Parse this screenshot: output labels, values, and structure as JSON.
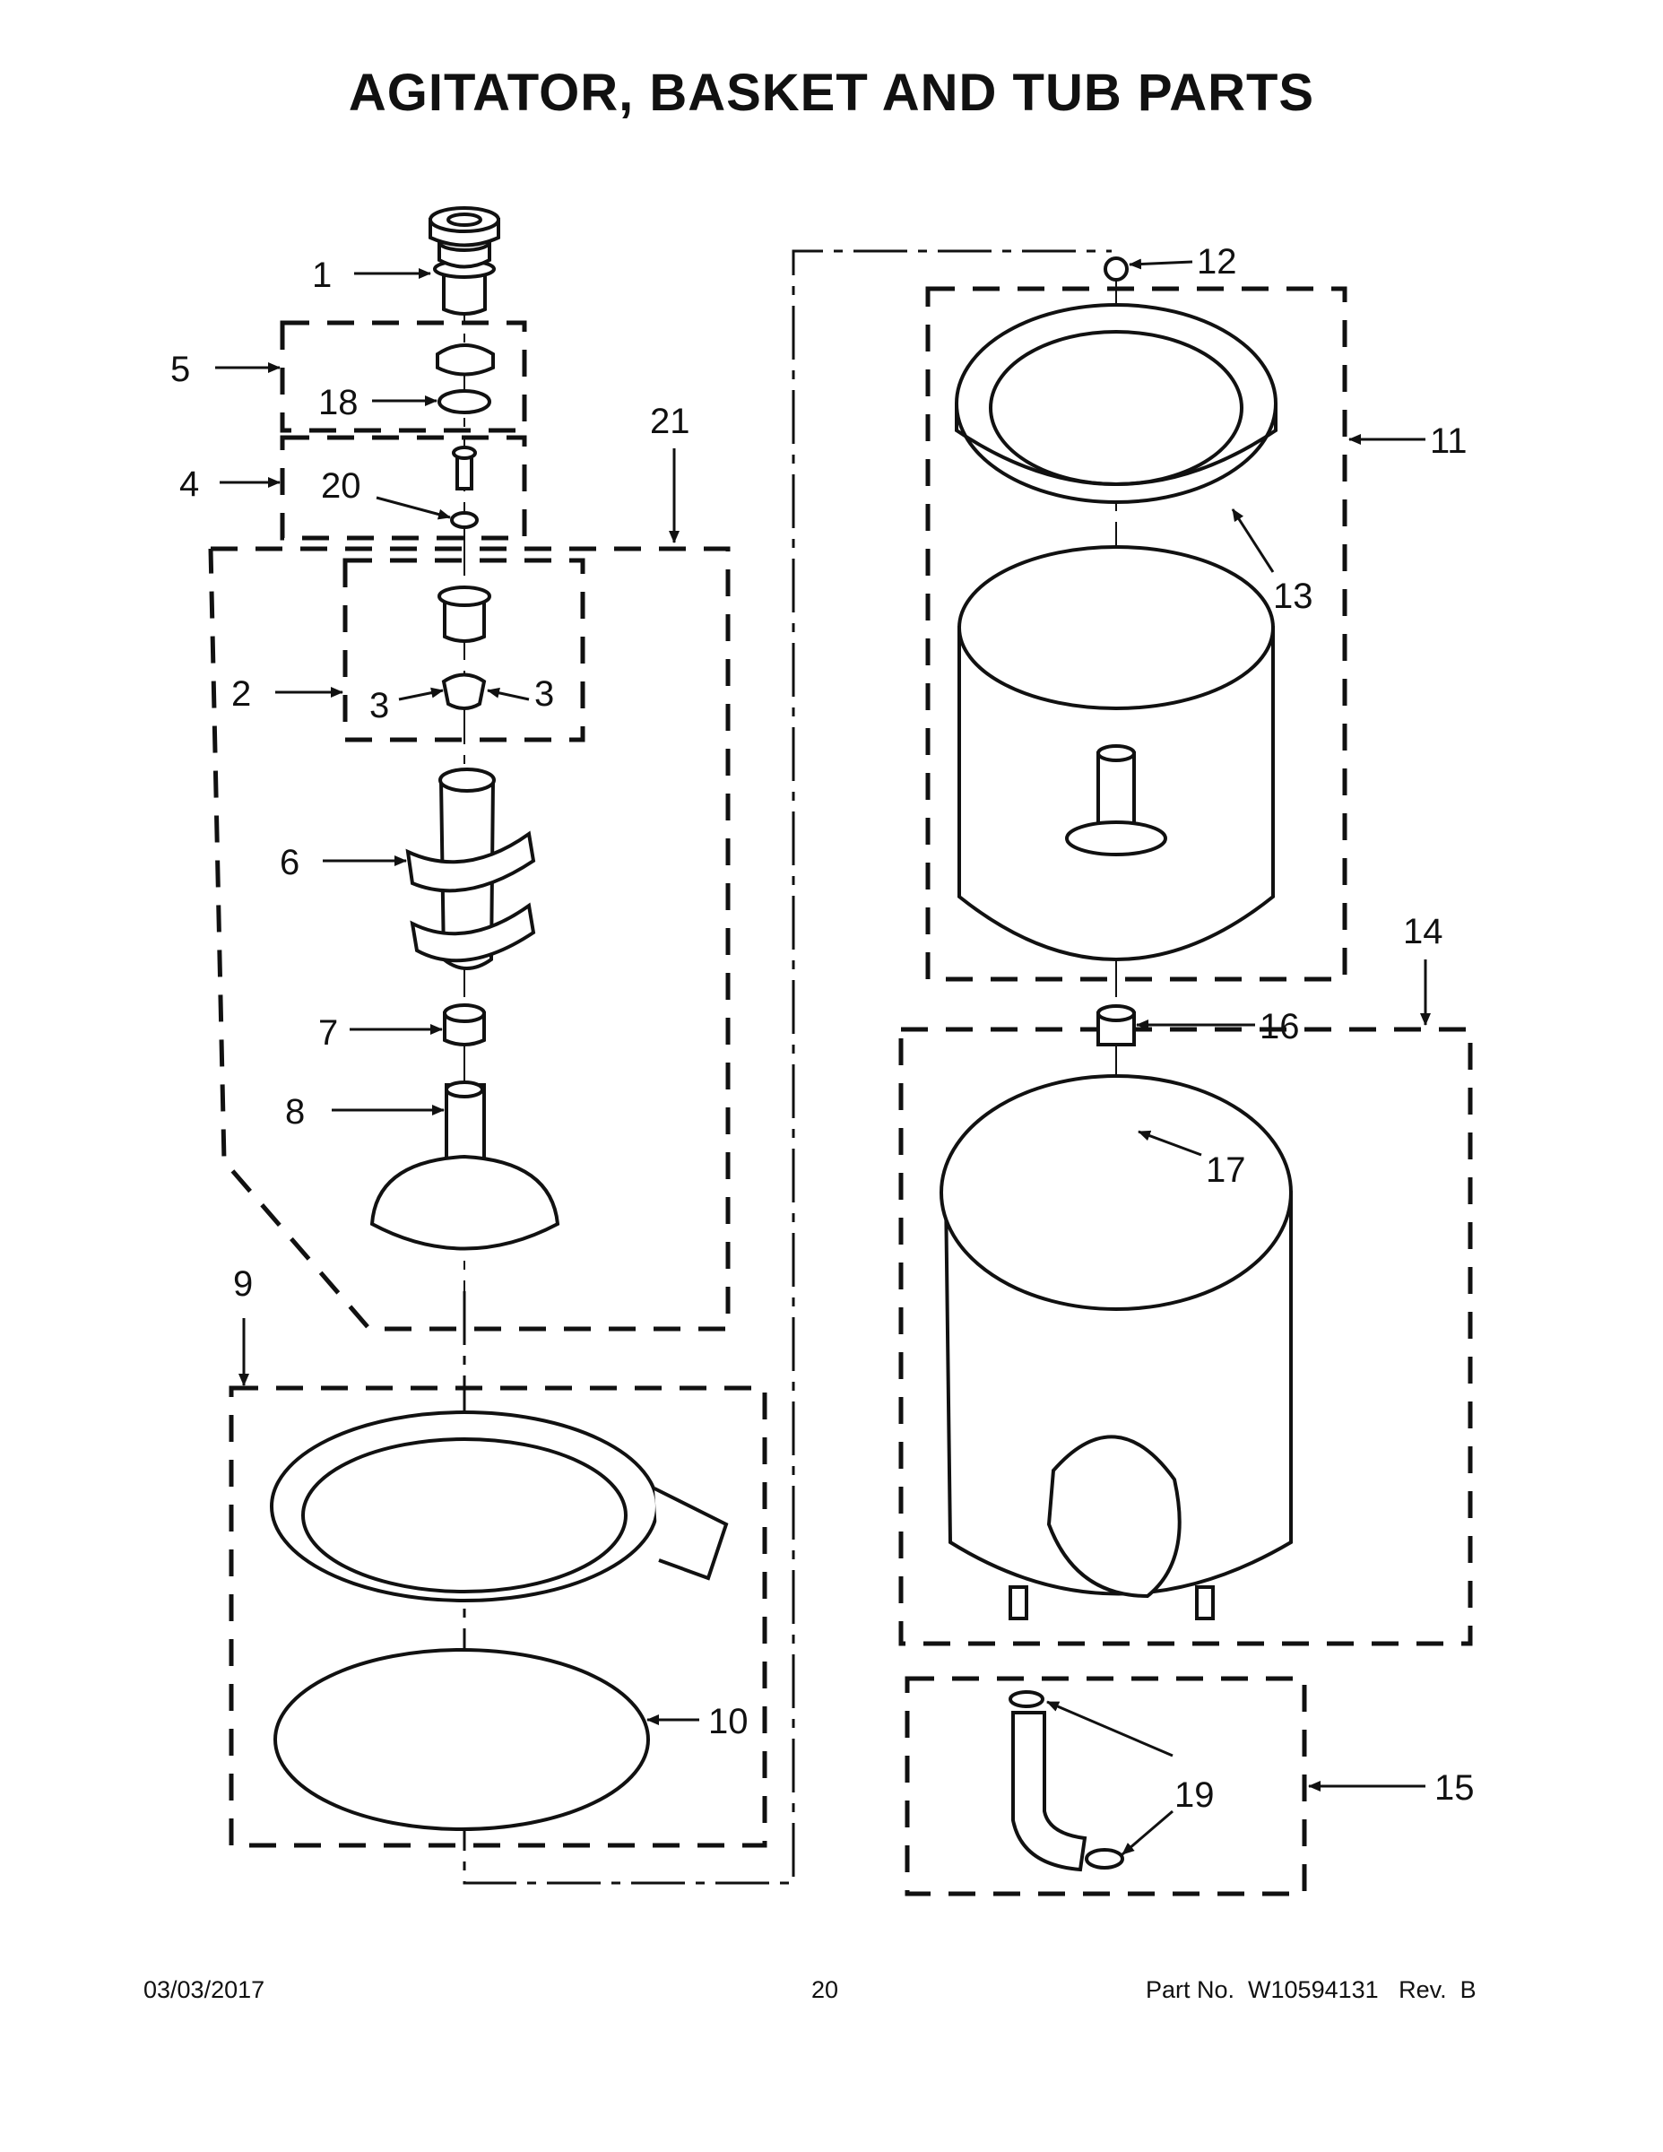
{
  "title": "AGITATOR, BASKET AND TUB PARTS",
  "callouts": {
    "c1": "1",
    "c2": "2",
    "c3a": "3",
    "c3b": "3",
    "c4": "4",
    "c5": "5",
    "c6": "6",
    "c7": "7",
    "c8": "8",
    "c9": "9",
    "c10": "10",
    "c11": "11",
    "c12": "12",
    "c13": "13",
    "c14": "14",
    "c15": "15",
    "c16": "16",
    "c17": "17",
    "c18": "18",
    "c19": "19",
    "c20": "20",
    "c21": "21"
  },
  "footer": {
    "date": "03/03/2017",
    "page": "20",
    "part": "Part No.  W10594131   Rev.  B"
  }
}
